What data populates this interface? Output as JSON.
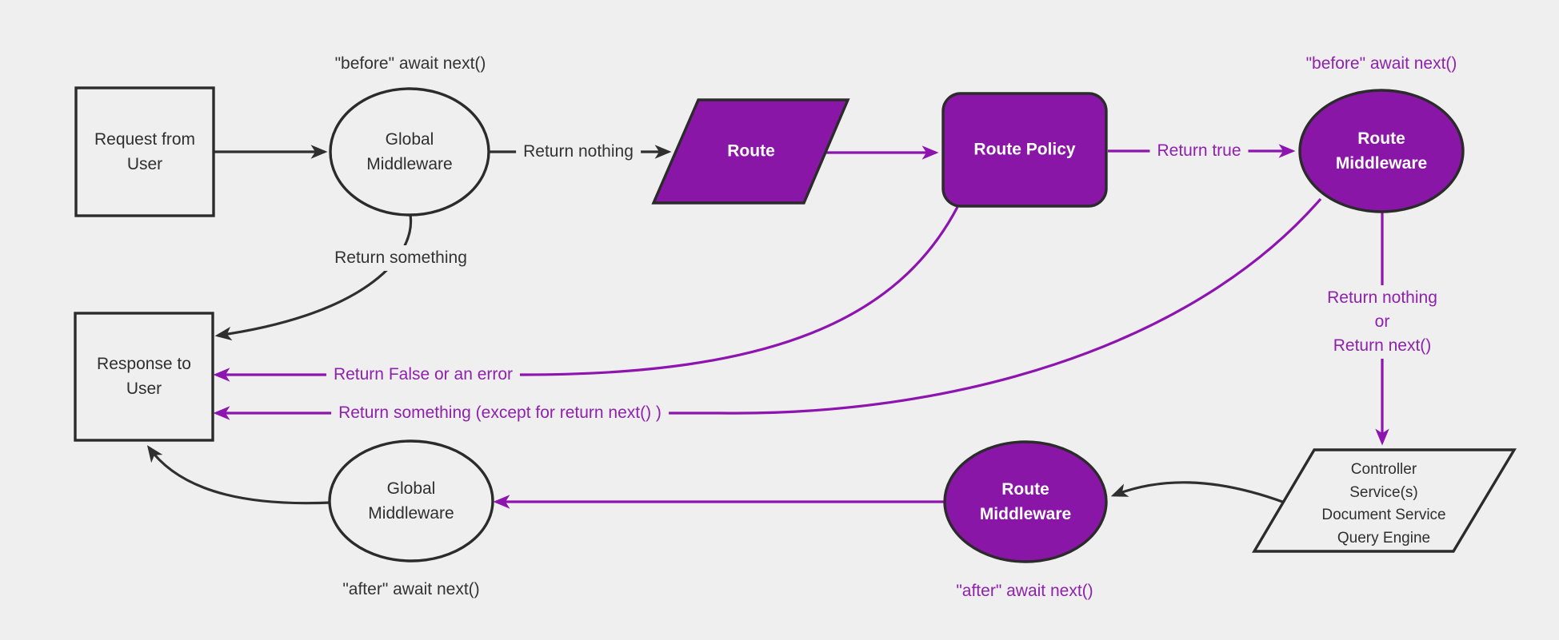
{
  "diagram": {
    "type": "flowchart",
    "background_color": "#efefef",
    "colors": {
      "node_border": "#2b2b2b",
      "black_edge": "#2f2f2f",
      "purple_fill": "#8a16a8",
      "purple_edge": "#8d14ae",
      "purple_text": "#8e22ac",
      "dark_text": "#2f2f2f",
      "light_text": "#ffffff",
      "plain_node_fill": "#efefef"
    },
    "nodes": {
      "request": {
        "label": "Request from\nUser",
        "shape": "rectangle"
      },
      "global_middleware_top": {
        "label": "Global\nMiddleware",
        "shape": "ellipse"
      },
      "route": {
        "label": "Route",
        "shape": "parallelogram"
      },
      "route_policy": {
        "label": "Route Policy",
        "shape": "rounded-rectangle"
      },
      "route_middleware_top": {
        "label": "Route\nMiddleware",
        "shape": "ellipse"
      },
      "controller": {
        "label": "Controller\nService(s)\nDocument Service\nQuery Engine",
        "shape": "parallelogram"
      },
      "route_middleware_bottom": {
        "label": "Route\nMiddleware",
        "shape": "ellipse"
      },
      "global_middleware_bottom": {
        "label": "Global\nMiddleware",
        "shape": "ellipse"
      },
      "response": {
        "label": "Response to\nUser",
        "shape": "rectangle"
      }
    },
    "edge_labels": {
      "before_global": "\"before\" await next()",
      "return_nothing": "Return nothing",
      "return_true": "Return true",
      "before_route": "\"before\" await next()",
      "return_nothing_or_next": "Return nothing\nor\nReturn next()",
      "return_something": "Return something",
      "return_false_or_error": "Return False or an error",
      "return_something_except": "Return something (except for return next() )",
      "after_route": "\"after\" await next()",
      "after_global": "\"after\" await next()"
    }
  }
}
